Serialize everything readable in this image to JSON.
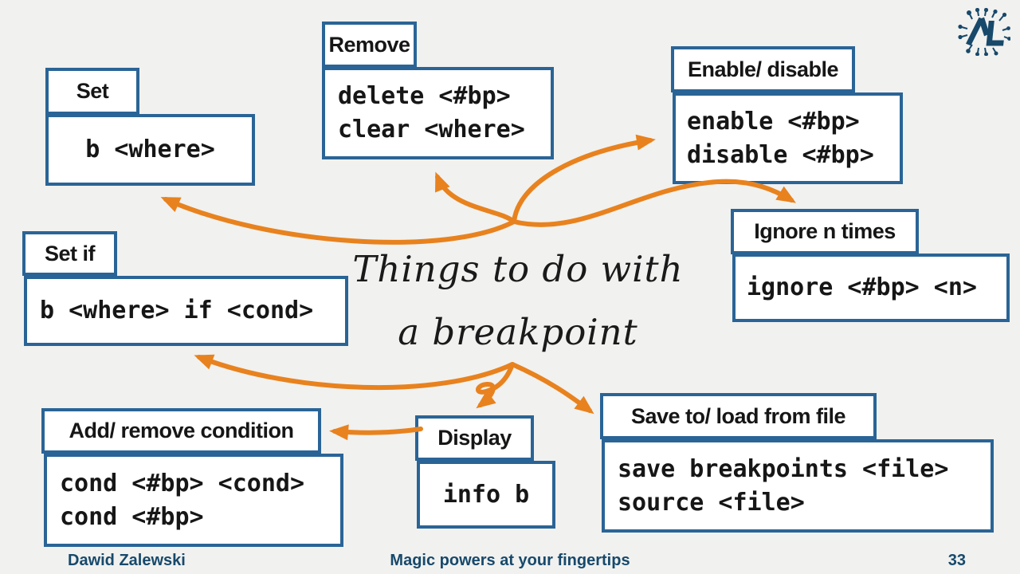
{
  "slide": {
    "title_line1": "Things to do with",
    "title_line2": "a breakpoint",
    "footer": {
      "author": "Dawid Zalewski",
      "center": "Magic powers at your fingertips",
      "page_number": "33"
    }
  },
  "boxes": [
    {
      "title": "Set",
      "lines": [
        "b <where>"
      ]
    },
    {
      "title": "Remove",
      "lines": [
        "delete <#bp>",
        "clear <where>"
      ]
    },
    {
      "title": "Enable/ disable",
      "lines": [
        "enable <#bp>",
        "disable <#bp>"
      ]
    },
    {
      "title": "Ignore n times",
      "lines": [
        "ignore <#bp> <n>"
      ]
    },
    {
      "title": "Set if",
      "lines": [
        "b <where> if <cond>"
      ]
    },
    {
      "title": "Add/ remove condition",
      "lines": [
        "cond <#bp> <cond>",
        "cond <#bp>"
      ]
    },
    {
      "title": "Display",
      "lines": [
        "info b"
      ]
    },
    {
      "title": "Save to/ load from file",
      "lines": [
        "save breakpoints <file>",
        "source <file>"
      ]
    }
  ],
  "icons": {
    "logo": "circuit-monogram-logo"
  },
  "colors": {
    "bg": "#F1F1EF",
    "box-border": "#2A6496",
    "box-fill": "#FFFFFF",
    "arrow": "#E8821E",
    "ink": "#161616",
    "navy": "#17496B"
  }
}
